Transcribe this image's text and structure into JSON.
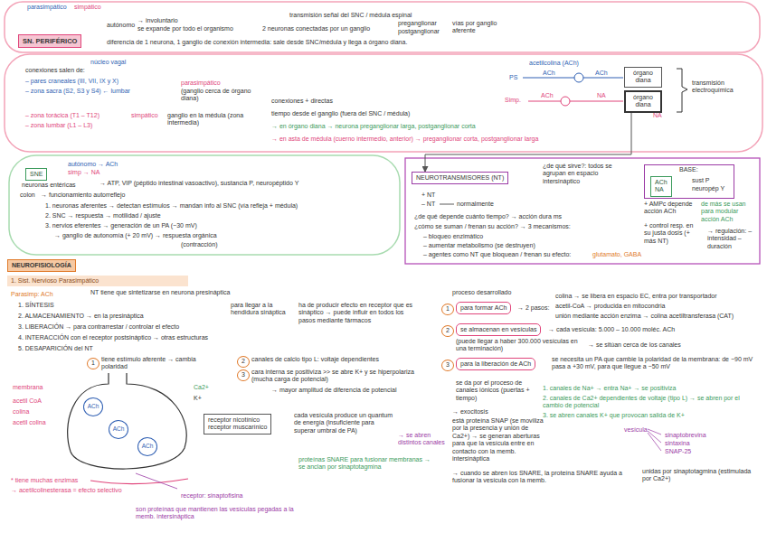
{
  "diagram": {
    "nodes": [
      {
        "text": [
          "SN. PERIFÉRICO"
        ]
      },
      {
        "text": [
          "órgano diana"
        ]
      },
      {
        "text": [
          "órgano diana"
        ]
      },
      {
        "text": [
          "SNE"
        ]
      },
      {
        "text": [
          "NEUROTRANSMISORES (NT)"
        ]
      },
      {
        "text": [
          "BASE:",
          "sust P",
          "neuropép Y"
        ]
      },
      {
        "text": [
          "ACh",
          "NA"
        ],
        "in": 5
      },
      {
        "text": [
          "NEUROFISIOLOGÍA"
        ]
      },
      {
        "text": [
          "1. Sist. Nervioso Parasimpático"
        ]
      },
      {
        "text": [
          "1"
        ]
      },
      {
        "text": [
          "para formar ACh"
        ]
      },
      {
        "text": [
          "2"
        ]
      },
      {
        "text": [
          "se almacenan en vesículas"
        ]
      },
      {
        "text": [
          "3"
        ]
      },
      {
        "text": [
          "para la liberación de ACh"
        ]
      },
      {
        "text": [
          "1"
        ]
      },
      {
        "text": [
          "ACh"
        ]
      },
      {
        "text": [
          "ACh"
        ]
      },
      {
        "text": [
          "ACh"
        ]
      },
      {
        "text": [
          "2"
        ]
      },
      {
        "text": [
          "3"
        ]
      },
      {
        "text": [
          "receptor nicotínico",
          "receptor muscarínico"
        ]
      }
    ],
    "edges": [
      {
        "from": 2,
        "to": 4,
        "arrow": "to"
      }
    ],
    "labels": [
      "parasimpático",
      "simpático",
      "autónomo",
      "→ involuntario",
      "se expande por todo el organismo",
      "transmisión señal del SNC / médula espinal",
      "2 neuronas conectadas por un ganglio",
      "preganglionar",
      "postganglionar",
      "vías por ganglio aferente",
      "diferencia de 1 neurona, 1 ganglio de conexión intermedia: sale desde SNC/médula y llega a órgano diana.",
      "conexiones salen de:",
      "núcleo vagal",
      "– pares craneales (III, VII, IX y X)",
      "– zona sacra (S2, S3 y S4) ← lumbar",
      "parasimpático",
      "(ganglio cerca de órgano diana)",
      "– zona torácica (T1 – T12)",
      "– zona lumbar (L1 – L3)",
      "simpático",
      "ganglio en la médula (zona intermedia)",
      "conexiones + directas",
      "tiempo desde el ganglio (fuera del SNC / médula)",
      "→ en órgano diana → neurona preganglionar larga, postganglionar corta",
      "→ en asta de médula (cuerno intermedio, anterior) → preganglionar corta, postganglionar larga",
      "PS",
      "acetilcolina (ACh)",
      "ACh",
      "ACh",
      "Simp.",
      "ACh",
      "NA",
      "NA",
      "transmisión electroquímica",
      "autónomo → ACh",
      "simp → NA",
      "neuronas entéricas",
      "→ ATP, VIP (péptido intestinal vasoactivo), sustancia P, neuropéptido Y",
      "colon",
      "→ funcionamiento autorreflejo",
      "1. neuronas aferentes → detectan estímulos → mandan info al SNC (vía refleja + médula)",
      "2. SNC → respuesta → motilidad / ajuste",
      "3. nervios eferentes → generación de un PA (−30 mV)",
      "→ ganglio de autonomía (+ 20 mV) → respuesta orgánica",
      "(contracción)",
      "¿de qué sirve?: todos se agrupan en espacio intersináptico",
      "+ NT",
      "– NT",
      "normalmente",
      "¿de qué depende cuánto tiempo? → acción dura ms",
      "¿cómo se suman / frenan su acción? → 3 mecanismos:",
      "– bloqueo enzimático",
      "– aumentar metabolismo (se destruyen)",
      "– agentes como NT que bloquean / frenan su efecto:",
      "glutamato, GABA",
      "+ AMPc depende acción ACh",
      "de más se usan para modular acción ACh",
      "+ control resp. en su justa dosis (+ más NT)",
      "→ regulación: – intensidad – duración",
      "Parasimp: ACh",
      "NT tiene que sintetizarse en neurona presináptica",
      "1. SÍNTESIS",
      "2. ALMACENAMIENTO → en la presináptica",
      "3. LIBERACIÓN → para contrarrestar / controlar el efecto",
      "4. INTERACCIÓN con el receptor postsináptico → otras estructuras",
      "5. DESAPARICIÓN del NT",
      "para llegar a la hendidura sináptica",
      "ha de producir efecto en receptor que es sináptico → puede influir en todos los pasos mediante fármacos",
      "proceso desarrollado",
      "→ 2 pasos:",
      "colina → se libera en espacio EC, entra por transportador",
      "acetil-CoA → producida en mitocondria",
      "unión mediante acción enzima → colina acetiltransferasa (CAT)",
      "→ cada vesícula: 5.000 – 10.000 moléc. ACh",
      "(puede llegar a haber 300.000 vesículas en una terminación)",
      "→ se sitúan cerca de los canales",
      "se necesita un PA que cambie la polaridad de la membrana: de −90 mV pasa a +30 mV, para que llegue a −50 mV",
      "se da por el proceso de canales iónicos (puertas + tiempo)",
      "1. canales de Na+ → entra Na+ → se positiviza",
      "2. canales de Ca2+ dependientes de voltaje (tipo L) → se abren por el cambio de potencial",
      "3. se abren canales K+ que provocan salida de K+",
      "→ exocitosis",
      "está proteína SNAP (se moviliza por la presencia y unión de Ca2+) → se generan aberturas para que la vesícula entre en contacto con la memb. intersináptica",
      "vesícula",
      "sinaptobrevina",
      "sintaxina",
      "SNAP-25",
      "→ cuando se abren los SNARE, la proteína SNARE ayuda a fusionar la vesícula con la memb.",
      "unidas por sinaptotagmina (estimulada por Ca2+)",
      "tiene estímulo aferente → cambia polaridad",
      "canales de calcio tipo L: voltaje dependientes",
      "cara interna se positiviza >> se abre K+ y se hiperpolariza (mucha carga de potencial)",
      "→ mayor amplitud de diferencia de potencial",
      "cada vesícula produce un quantum de energía (insuficiente para superar umbral de PA)",
      "→ se abren distintos canales",
      "proteínas SNARE para fusionar membranas → se anclan por sinaptotagmina",
      "receptor: sinaptofisina",
      "son proteínas que mantienen las vesículas pegadas a la memb. intersináptica",
      "* tiene muchas enzimas",
      "→ acetilcolinesterasa = efecto selectivo",
      "membrana",
      "acetil CoA",
      "colina",
      "acetil colina",
      "Ca2+",
      "K+"
    ]
  }
}
